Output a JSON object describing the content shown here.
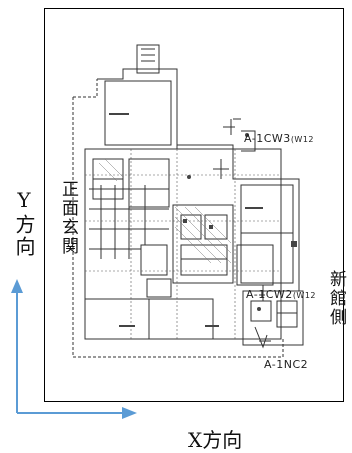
{
  "labels": {
    "y_direction": "Y方向",
    "x_direction": "X方向",
    "front_entrance": "正面玄関",
    "new_building_side": "新館側"
  },
  "wall_labels": {
    "cw3": "A-1CW3",
    "cw3_suffix": "(W12",
    "cw2": "A-1CW2",
    "cw2_suffix": "(W12",
    "nc2": "A-1NC2"
  },
  "colors": {
    "arrow": "#5b9bd5",
    "frame": "#000000",
    "plan_lines": "#333333"
  }
}
